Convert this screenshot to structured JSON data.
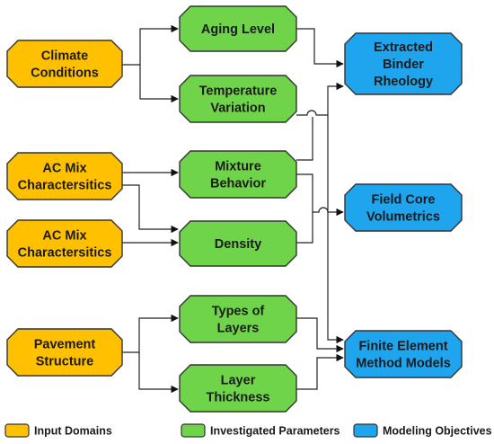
{
  "colors": {
    "input": "#FFC000",
    "parameter": "#70D44B",
    "objective": "#1FA5EE",
    "edge": "#222222"
  },
  "nodes": [
    {
      "id": "climate",
      "kind": "input",
      "lines": [
        "Climate",
        "Conditions"
      ]
    },
    {
      "id": "acmix1",
      "kind": "input",
      "lines": [
        "AC Mix",
        "Charactersitics"
      ]
    },
    {
      "id": "acmix2",
      "kind": "input",
      "lines": [
        "AC Mix",
        "Charactersitics"
      ]
    },
    {
      "id": "pavement",
      "kind": "input",
      "lines": [
        "Pavement",
        "Structure"
      ]
    },
    {
      "id": "aging",
      "kind": "parameter",
      "lines": [
        "Aging Level"
      ]
    },
    {
      "id": "temperature",
      "kind": "parameter",
      "lines": [
        "Temperature",
        "Variation"
      ]
    },
    {
      "id": "mixture",
      "kind": "parameter",
      "lines": [
        "Mixture",
        "Behavior"
      ]
    },
    {
      "id": "density",
      "kind": "parameter",
      "lines": [
        "Density"
      ]
    },
    {
      "id": "layertypes",
      "kind": "parameter",
      "lines": [
        "Types of",
        "Layers"
      ]
    },
    {
      "id": "thickness",
      "kind": "parameter",
      "lines": [
        "Layer",
        "Thickness"
      ]
    },
    {
      "id": "rheology",
      "kind": "objective",
      "lines": [
        "Extracted",
        "Binder",
        "Rheology"
      ]
    },
    {
      "id": "fieldcore",
      "kind": "objective",
      "lines": [
        "Field Core",
        "Volumetrics"
      ]
    },
    {
      "id": "fem",
      "kind": "objective",
      "lines": [
        "Finite Element",
        "Method Models"
      ]
    }
  ],
  "edges": [
    {
      "from": "climate",
      "to": "aging"
    },
    {
      "from": "climate",
      "to": "temperature"
    },
    {
      "from": "acmix1",
      "to": "mixture"
    },
    {
      "from": "acmix1",
      "to": "density"
    },
    {
      "from": "acmix2",
      "to": "density"
    },
    {
      "from": "pavement",
      "to": "layertypes"
    },
    {
      "from": "pavement",
      "to": "thickness"
    },
    {
      "from": "aging",
      "to": "rheology"
    },
    {
      "from": "temperature",
      "to": "rheology"
    },
    {
      "from": "mixture",
      "to": "rheology"
    },
    {
      "from": "mixture",
      "to": "fieldcore"
    },
    {
      "from": "density",
      "to": "fieldcore"
    },
    {
      "from": "temperature",
      "to": "fem"
    },
    {
      "from": "layertypes",
      "to": "fem"
    },
    {
      "from": "thickness",
      "to": "fem"
    }
  ],
  "legend": [
    {
      "kind": "input",
      "label": "Input Domains"
    },
    {
      "kind": "parameter",
      "label": "Investigated Parameters"
    },
    {
      "kind": "objective",
      "label": "Modeling Objectives"
    }
  ]
}
